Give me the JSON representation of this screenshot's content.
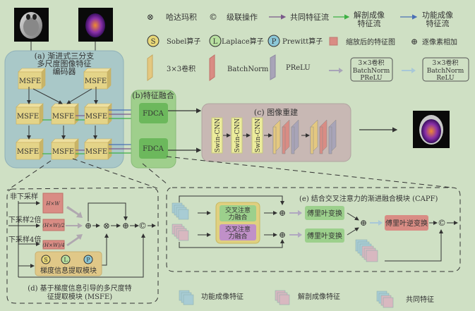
{
  "legend": {
    "hadamard": {
      "symbol": "⊗",
      "label": "哈达玛积"
    },
    "concat": {
      "symbol": "©",
      "label": "级联操作"
    },
    "common_flow": {
      "label": "共同特征流",
      "color": "#7a5a8a"
    },
    "anatomical_flow": {
      "label1": "解剖成像",
      "label2": "特征流",
      "color": "#3cb043"
    },
    "functional_flow": {
      "label1": "功能成像",
      "label2": "特征流",
      "color": "#4a6fb5"
    },
    "sobel": {
      "symbol": "S",
      "label": "Sobel算子",
      "color": "#e8d878"
    },
    "laplace": {
      "symbol": "L",
      "label": "Laplace算子",
      "color": "#b8e0a0"
    },
    "prewitt": {
      "symbol": "P",
      "label": "Prewitt算子",
      "color": "#8cc8d8"
    },
    "scaled_map": {
      "label": "缩放后的特征图"
    },
    "pixel_add": {
      "symbol": "⊕",
      "label": "逐像素相加"
    },
    "conv": {
      "label": "3×3卷积",
      "color": "#e4c880"
    },
    "bn": {
      "label": "BatchNorm",
      "color": "#d98c84"
    },
    "prelu": {
      "label": "PReLU",
      "color": "#a8a4b8"
    },
    "block1": [
      "3×3卷积",
      "BatchNorm",
      "PReLU"
    ],
    "block2": [
      "3×3卷积",
      "BatchNorm",
      "ReLU"
    ]
  },
  "encoder": {
    "title": [
      "(a) 渐进式三分支",
      "多尺度图像特征",
      "编码器"
    ],
    "node_label": "MSFE"
  },
  "fusion": {
    "title": "(b)特征融合",
    "node_label": "FDCA"
  },
  "reconstruction": {
    "title": "(c) 图像重建",
    "swin_label": "Swin-CNN"
  },
  "msfe": {
    "title": [
      "(d) 基于梯度信息引导的多尺度特",
      "征提取模块 (MSFE)"
    ],
    "branches": [
      "非下采样",
      "下采样2倍",
      "下采样4倍"
    ],
    "scales": [
      "H×W",
      "(H×W)/2",
      "(H×W)/4"
    ],
    "gradient_module": "梯度信息提取模块",
    "ops": [
      "S",
      "L",
      "P"
    ]
  },
  "capf": {
    "title": "(e) 结合交叉注意力的渐进融合模块 (CAPF)",
    "cross_attn": [
      "交叉注意",
      "力融合"
    ],
    "fft": "傅里叶变换",
    "ifft": "傅里叶逆变换"
  },
  "bottom_legend": {
    "functional": "功能成像特征",
    "anatomical": "解剖成像特征",
    "common": "共同特征"
  }
}
